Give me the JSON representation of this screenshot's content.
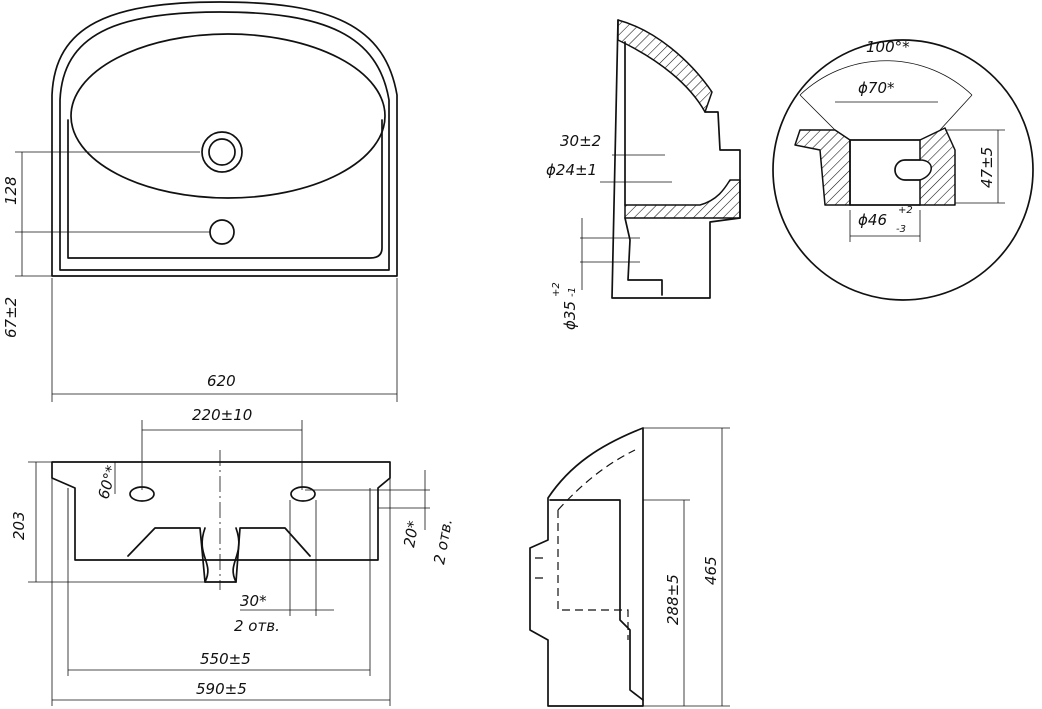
{
  "drawing": {
    "top_view": {
      "width_label": "620",
      "hole_spacing_label": "128",
      "edge_offset_label": "67±2"
    },
    "section_view": {
      "dim_a": "30±2",
      "dim_b": "ϕ24±1",
      "dim_c": "ϕ35",
      "dim_c_tol_upper": "+2",
      "dim_c_tol_lower": "-1"
    },
    "detail_view": {
      "angle_label": "100°*",
      "top_diameter": "ϕ70*",
      "height_label": "47±5",
      "bottom_diameter": "ϕ46",
      "bottom_tol_upper": "+2",
      "bottom_tol_lower": "-3"
    },
    "front_view": {
      "hole_spacing": "220±10",
      "height_label": "203",
      "tap_angle": "60°*",
      "hole_depth": "20*",
      "hole_count_right": "2 отв.",
      "hole_offset": "30*",
      "hole_count_bottom": "2 отв.",
      "inner_width": "550±5",
      "outer_width": "590±5"
    },
    "side_view": {
      "height_label": "465",
      "mount_height": "288±5"
    }
  }
}
